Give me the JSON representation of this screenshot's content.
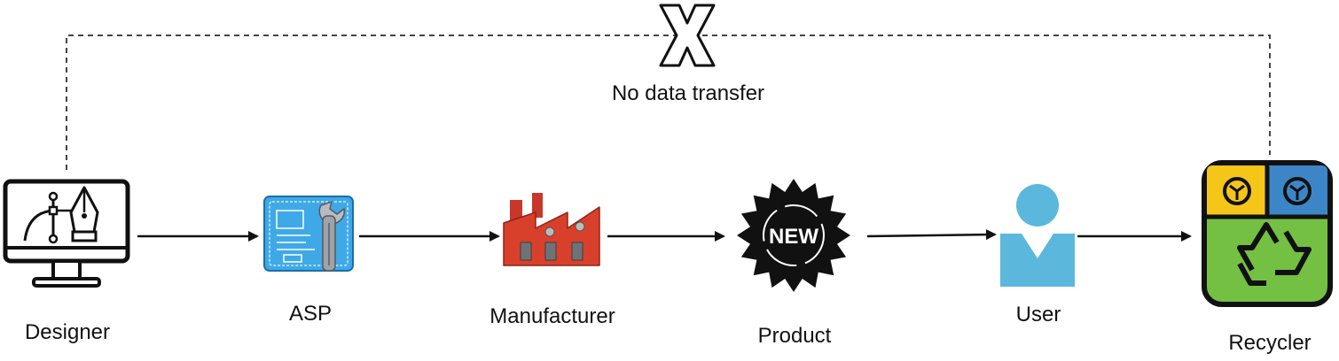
{
  "diagram": {
    "top_note": "No data transfer",
    "nodes": [
      {
        "id": "designer",
        "label": "Designer",
        "icon": "designer-monitor-icon"
      },
      {
        "id": "asp",
        "label": "ASP",
        "icon": "blueprint-wrench-icon"
      },
      {
        "id": "manufacturer",
        "label": "Manufacturer",
        "icon": "factory-icon"
      },
      {
        "id": "product",
        "label": "Product",
        "icon": "new-badge-icon"
      },
      {
        "id": "user",
        "label": "User",
        "icon": "user-icon"
      },
      {
        "id": "recycler",
        "label": "Recycler",
        "icon": "recycle-bin-icon"
      }
    ],
    "new_badge_text": "NEW",
    "colors": {
      "arrow": "#111111",
      "asp_blue": "#3fa9e8",
      "factory_red": "#d9402b",
      "user_blue": "#5bb8dc",
      "recycler_yellow": "#f5c518",
      "recycler_blue": "#3c86c8",
      "recycler_green": "#74c043"
    }
  }
}
